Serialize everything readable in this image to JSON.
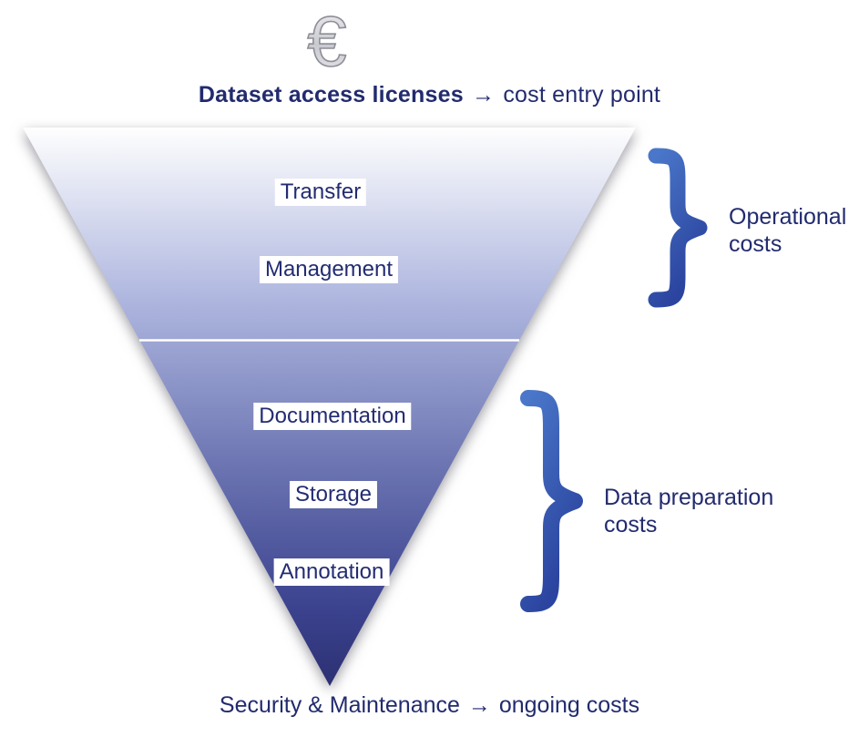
{
  "colors": {
    "text_navy": "#222B6E",
    "label_text_navy": "#232C72",
    "label_background": "#FFFFFF",
    "funnel_gradient_stops": [
      "#FEFEFE",
      "#AEB6DF",
      "#6F78B4",
      "#3D4490",
      "#2C3073"
    ],
    "divider_line": "#FFFFFF",
    "brace_gradient_top": "#4A77C9",
    "brace_gradient_bottom": "#2B449F",
    "euro_silver_light": "#F2F2F5",
    "euro_silver_dark": "#C9C9D0",
    "euro_outline": "#8E8E96"
  },
  "header": {
    "euro_symbol": "€",
    "title_bold": "Dataset access licenses",
    "arrow": "→",
    "title_rest": "cost entry point"
  },
  "funnel": {
    "upper_labels": [
      "Transfer",
      "Management"
    ],
    "lower_labels": [
      "Documentation",
      "Storage",
      "Annotation"
    ]
  },
  "braces": [
    {
      "line1": "Operational",
      "line2": "costs"
    },
    {
      "line1": "Data preparation",
      "line2": "costs"
    }
  ],
  "footer": {
    "text_main": "Security & Maintenance",
    "arrow": "→",
    "text_rest": "ongoing costs"
  }
}
